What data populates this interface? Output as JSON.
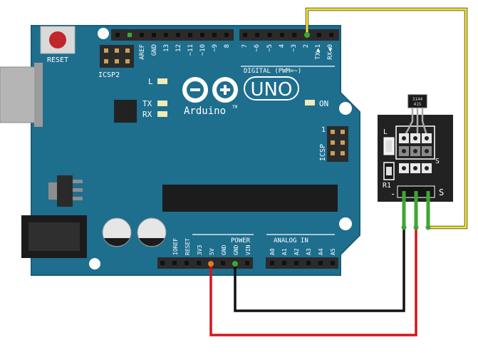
{
  "board": {
    "reset_label": "RESET",
    "icsp2_label": "ICSP2",
    "icsp_label": "ICSP",
    "icsp_pin1": "1",
    "digital_label": "DIGITAL (PWM=~)",
    "top_pin_labels": [
      "AREF",
      "GND",
      "13",
      "12",
      "~11",
      "~10",
      "~9",
      "8",
      "7",
      "~6",
      "~5",
      "4",
      "~3",
      "2",
      "TX▶1",
      "RX◀0"
    ],
    "led_l": "L",
    "led_tx": "TX",
    "led_rx": "RX",
    "on_label": "ON",
    "uno_label": "UNO",
    "brand": "Arduino",
    "tm": "TM",
    "power_label": "POWER",
    "analog_label": "ANALOG IN",
    "power_pins": [
      "IOREF",
      "RESET",
      "3V3",
      "5V",
      "GND",
      "GND",
      "VIN"
    ],
    "analog_pins": [
      "A0",
      "A1",
      "A2",
      "A3",
      "A4",
      "A5"
    ]
  },
  "sensor": {
    "chip_text_1": "3144",
    "chip_text_2": "415",
    "label_l": "L",
    "label_r1": "R1",
    "label_s_upper": "S",
    "label_s_lower": "S",
    "label_minus": "-"
  },
  "colors": {
    "board": "#1e6e8e",
    "board_edge": "#195d78",
    "header": "#2b2b2b",
    "wire_yellow": "#f5e62a",
    "wire_red": "#d4161b",
    "wire_black": "#111111",
    "pin_green": "#3fa535",
    "module": "#222222"
  }
}
